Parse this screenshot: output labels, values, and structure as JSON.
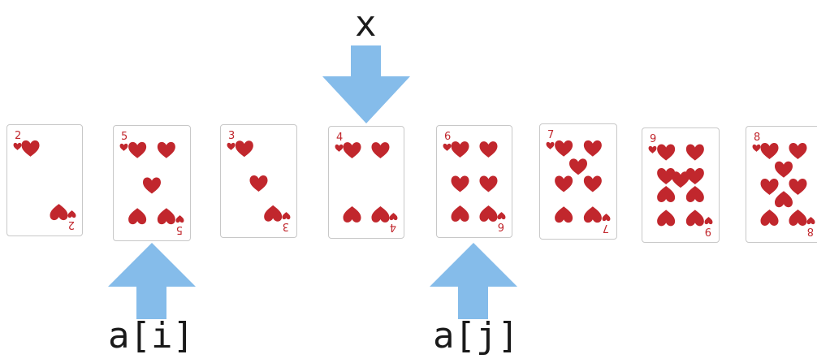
{
  "labels": {
    "x": "x",
    "ai": "a[i]",
    "aj": "a[j]"
  },
  "colors": {
    "arrow": "#85bcea",
    "suit": "#c1272d",
    "text": "#1a1a1a",
    "card_border": "#c8c8c8"
  },
  "cards": [
    {
      "rank": "2",
      "suit": "heart-icon"
    },
    {
      "rank": "5",
      "suit": "heart-icon"
    },
    {
      "rank": "3",
      "suit": "heart-icon"
    },
    {
      "rank": "4",
      "suit": "heart-icon"
    },
    {
      "rank": "6",
      "suit": "heart-icon"
    },
    {
      "rank": "7",
      "suit": "heart-icon"
    },
    {
      "rank": "9",
      "suit": "heart-icon"
    },
    {
      "rank": "8",
      "suit": "heart-icon"
    }
  ]
}
